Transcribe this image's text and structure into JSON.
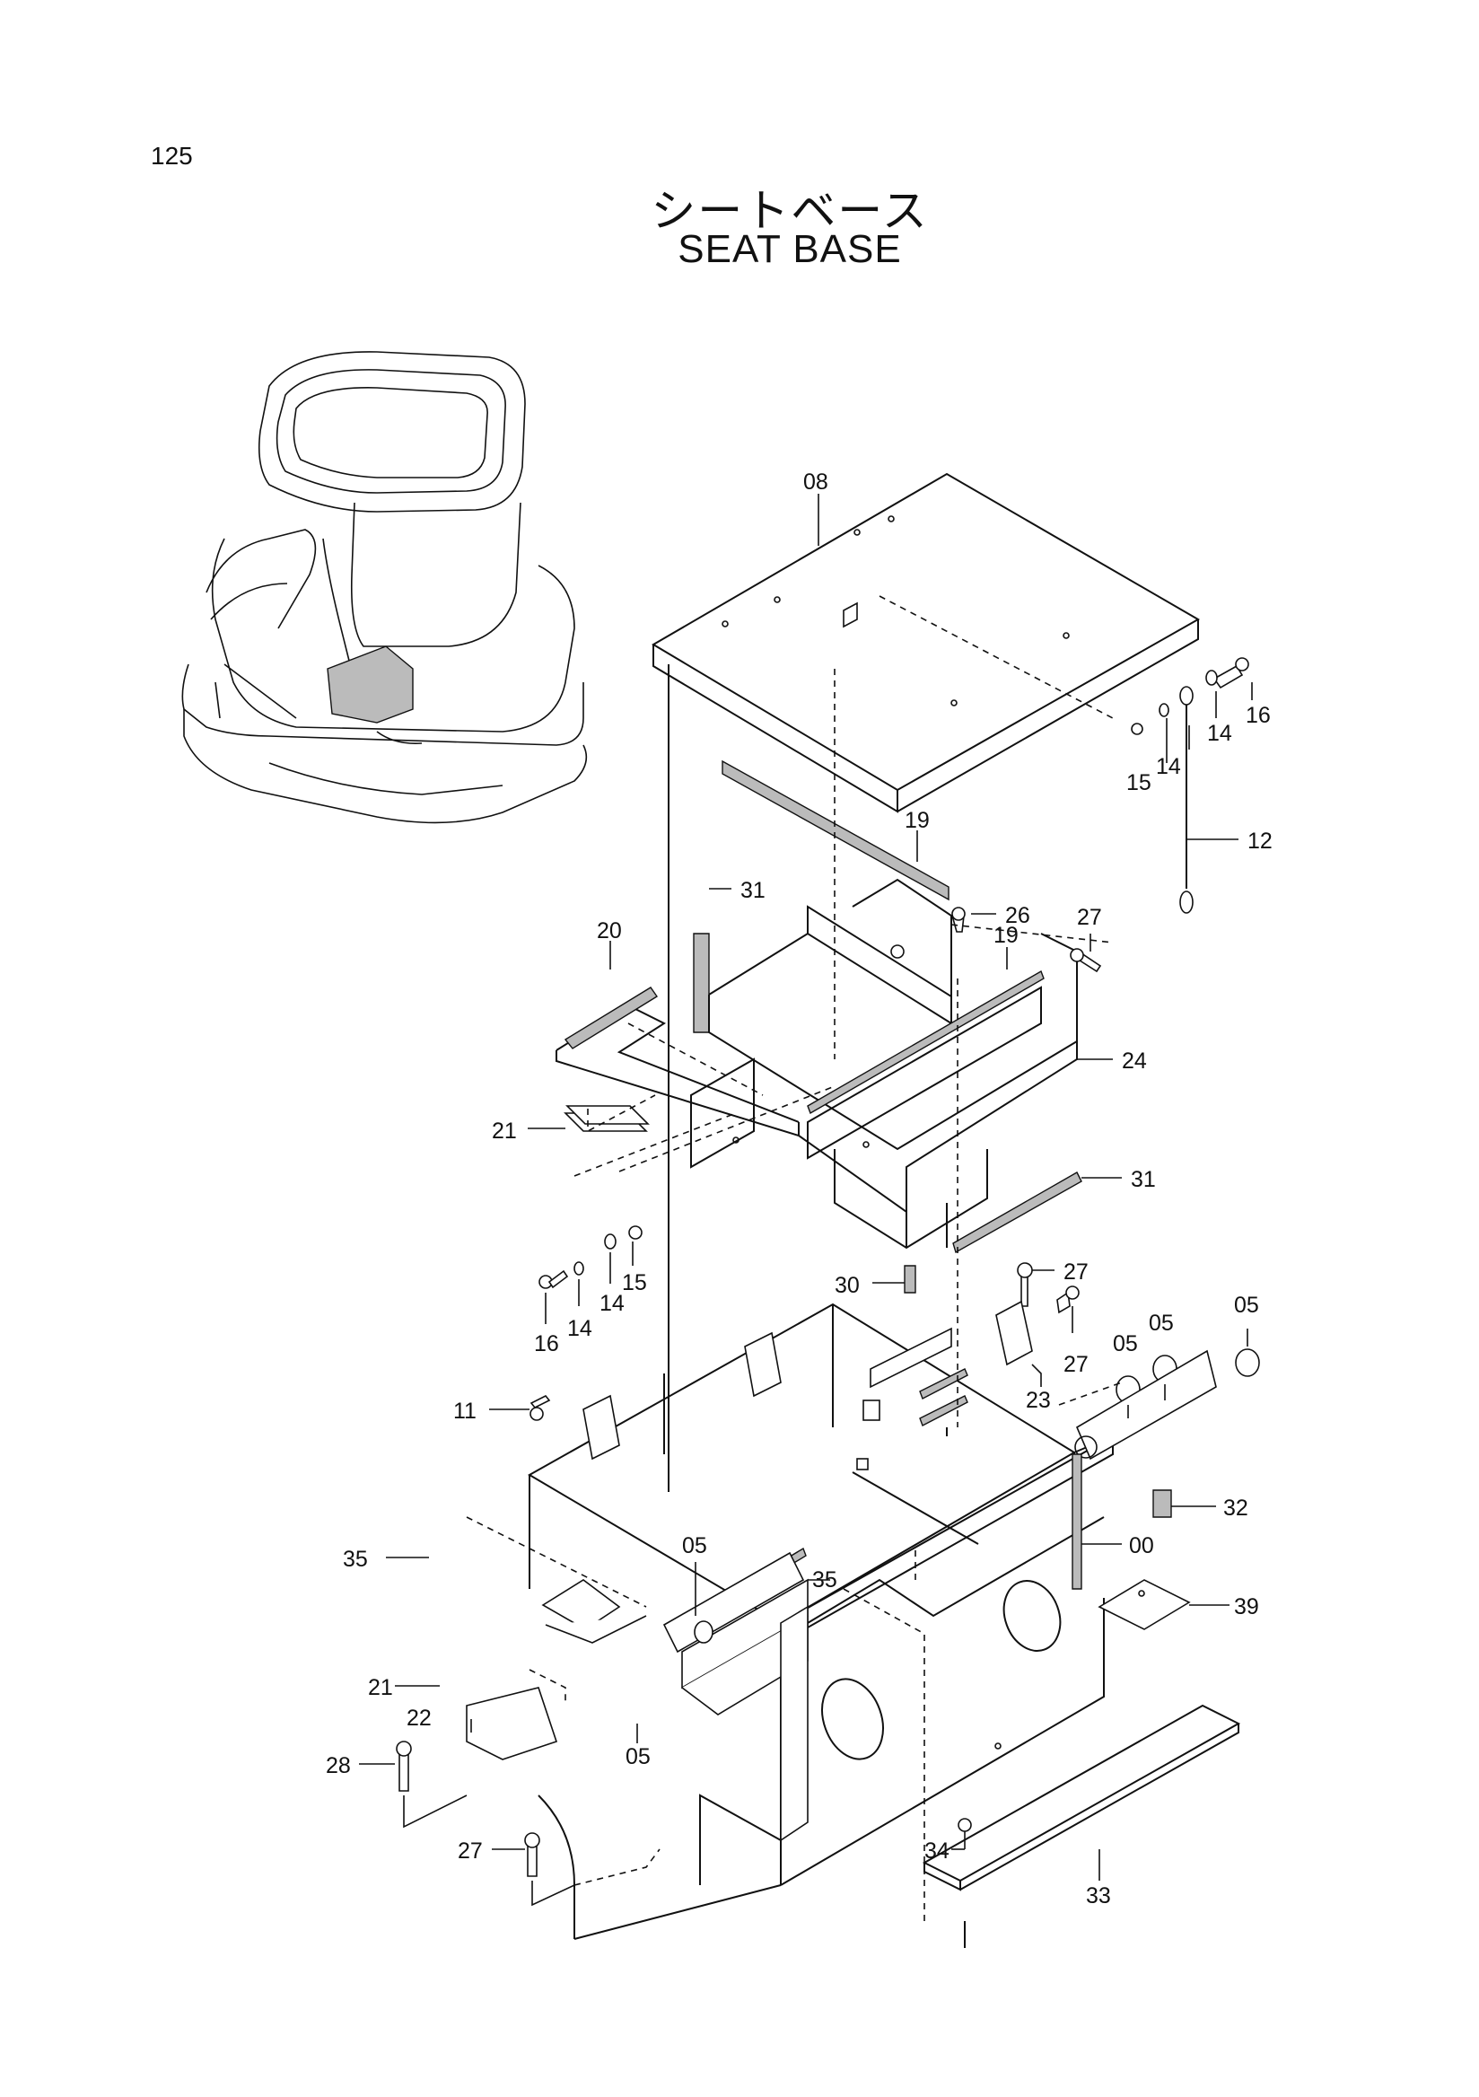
{
  "page": {
    "number": "125"
  },
  "title": {
    "japanese": "シートベース",
    "english": "SEAT BASE"
  },
  "labels": {
    "l08": "08",
    "l16a": "16",
    "l14a": "14",
    "l15a": "15",
    "l14b": "14",
    "l12": "12",
    "l19a": "19",
    "l31a": "31",
    "l26": "26",
    "l27a": "27",
    "l19b": "19",
    "l20": "20",
    "l24": "24",
    "l21a": "21",
    "l31b": "31",
    "l30": "30",
    "l27b": "27",
    "l15b": "15",
    "l14c": "14",
    "l14d": "14",
    "l16b": "16",
    "l05a": "05",
    "l05b": "05",
    "l05c": "05",
    "l27c": "27",
    "l23": "23",
    "l11": "11",
    "l32": "32",
    "l00": "00",
    "l35a": "35",
    "l05d": "05",
    "l35b": "35",
    "l39": "39",
    "l21b": "21",
    "l22": "22",
    "l28": "28",
    "l05e": "05",
    "l27d": "27",
    "l34": "34",
    "l33": "33"
  }
}
